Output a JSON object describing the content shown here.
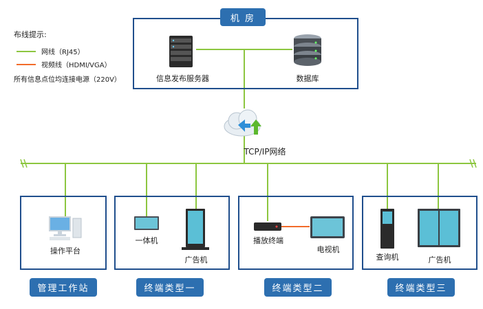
{
  "legend": {
    "title": "布线提示:",
    "items": [
      {
        "label": "网线（RJ45）",
        "color": "#8cc63f"
      },
      {
        "label": "视频线（HDMI/VGA）",
        "color": "#f26b2a"
      }
    ],
    "note": "所有信息点位均连接电源（220V）"
  },
  "machine_room": {
    "title": "机 房",
    "server_label": "信息发布服务器",
    "database_label": "数据库"
  },
  "network": {
    "label": "TCP/IP网络"
  },
  "groups": [
    {
      "title": "管理工作站",
      "devices": [
        "操作平台"
      ]
    },
    {
      "title": "终端类型一",
      "devices": [
        "一体机",
        "广告机"
      ]
    },
    {
      "title": "终端类型二",
      "devices": [
        "播放终端",
        "电视机"
      ]
    },
    {
      "title": "终端类型三",
      "devices": [
        "查询机",
        "广告机"
      ]
    }
  ],
  "colors": {
    "box_border": "#1f4e8c",
    "tag_bg": "#2d6fb0",
    "network_line": "#8cc63f",
    "video_line": "#f26b2a"
  }
}
